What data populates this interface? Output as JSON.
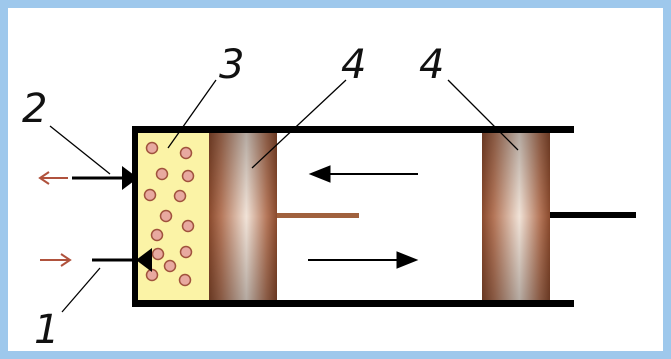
{
  "colors": {
    "frame": "#9ec8ec",
    "background": "#ffffff",
    "wall": "#000000",
    "chamber_fill": "#fbf3a6",
    "particle_fill": "#e8a9a0",
    "particle_stroke": "#a0523d",
    "piston_dark": "#8a4a2d",
    "piston_mid": "#b5775a",
    "piston_light": "#f1e3d8",
    "flow_arrow": "#b0523d",
    "rod_left": "#a0613d",
    "rod_right": "#000000"
  },
  "labels": {
    "label_1": "1",
    "label_2": "2",
    "label_3": "3",
    "label_4_left": "4",
    "label_4_right": "4"
  },
  "particles": {
    "count": 14
  }
}
